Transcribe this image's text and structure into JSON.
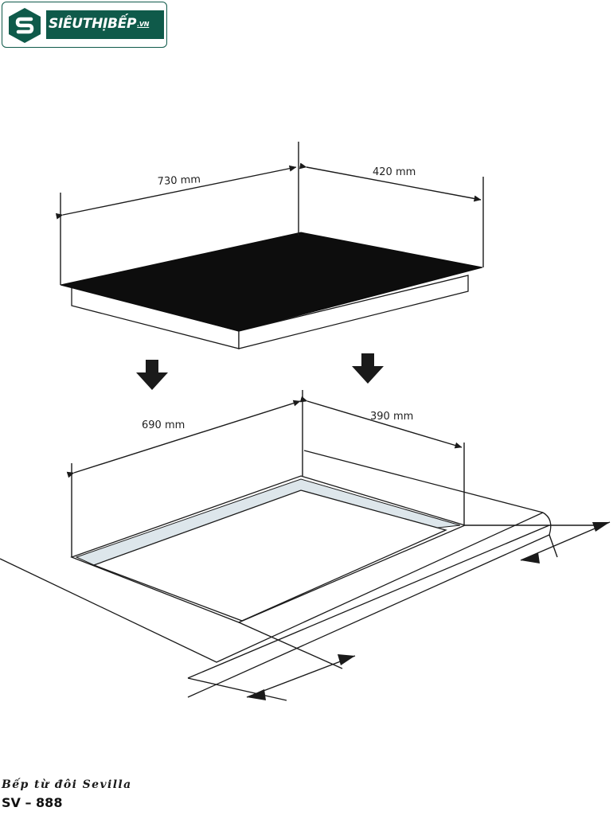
{
  "brand": {
    "name": "SIÊUTHỊBẾP",
    "suffix": ".VN",
    "color": "#0f5a4a"
  },
  "top_view": {
    "dim_width": "730 mm",
    "dim_depth": "420 mm"
  },
  "cutout_view": {
    "dim_width": "690 mm",
    "dim_depth": "390 mm"
  },
  "product": {
    "line1": "Bếp từ đôi Sevilla",
    "line2": "SV – 888"
  },
  "colors": {
    "hob_surface": "#0d0d0d",
    "frame_highlight": "#dde6eb",
    "line": "#1a1a1a"
  }
}
